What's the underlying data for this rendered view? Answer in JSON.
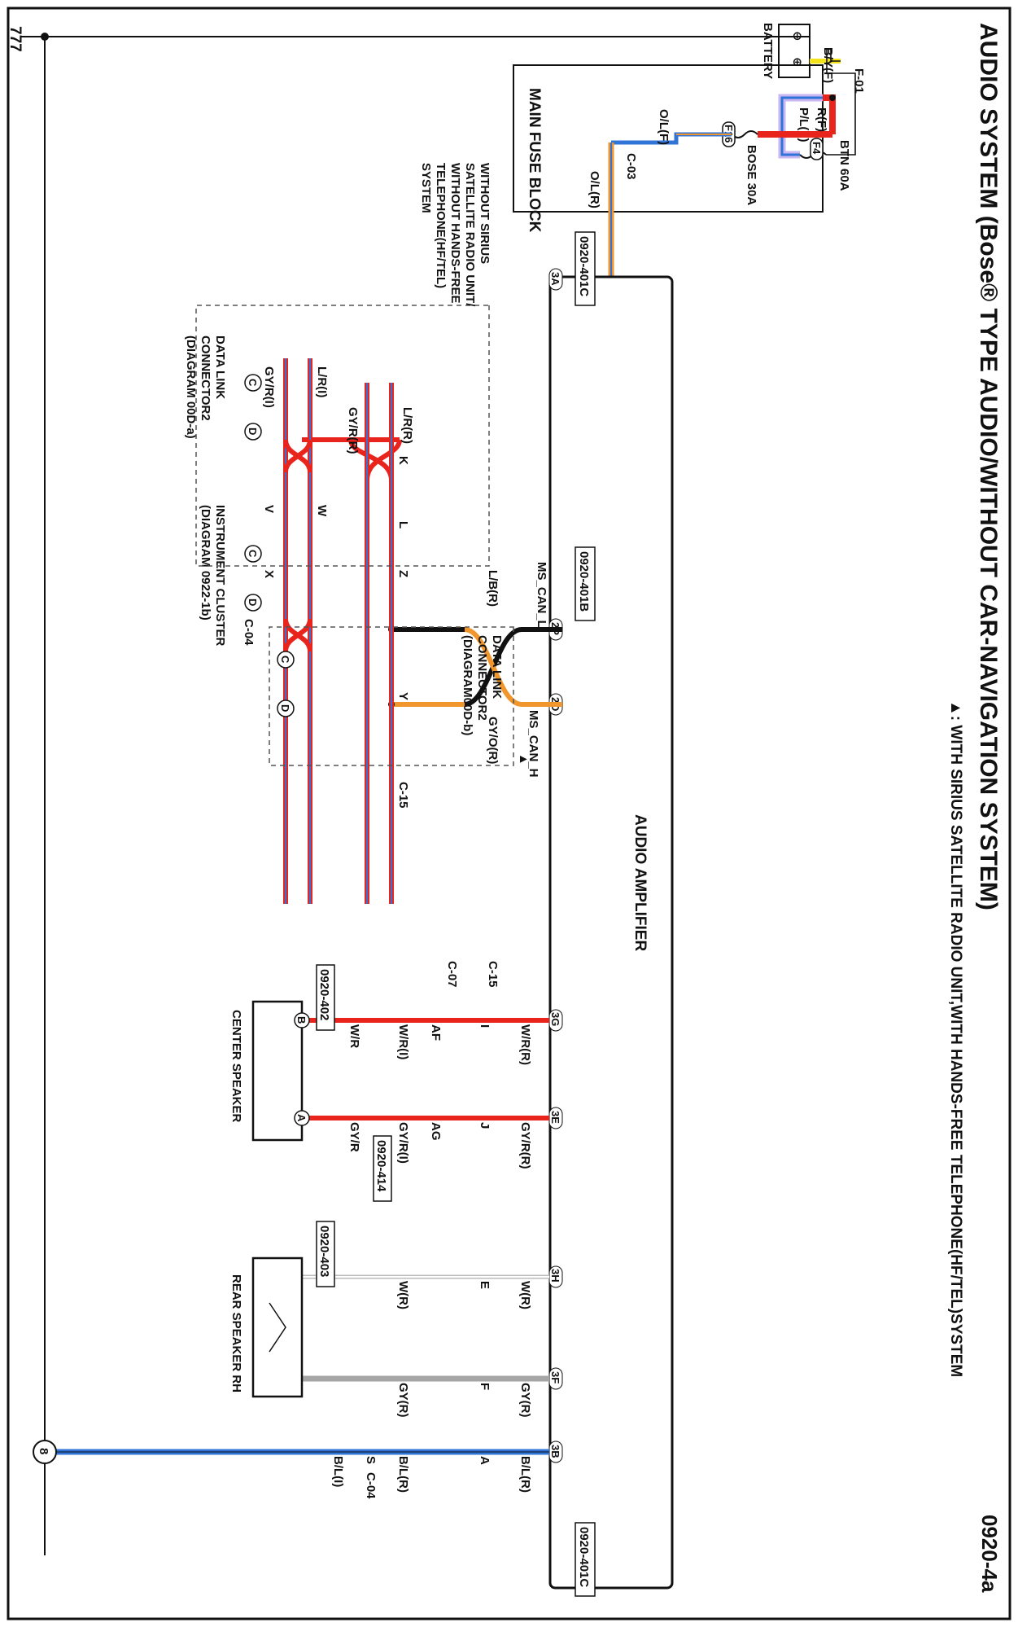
{
  "header": {
    "title": "AUDIO SYSTEM (Bose® TYPE AUDIO/WITHOUT CAR-NAVIGATION SYSTEM)",
    "page_code": "0920-4a",
    "note": "▲: WITH SIRIUS SATELLITE RADIO UNIT,WITH HANDS-FREE TELEPHONE(HF/TEL)SYSTEM",
    "note_marker": "▲"
  },
  "power": {
    "battery_label": "BATTERY",
    "battery_minus": "⊖",
    "battery_plus": "⊕",
    "ground_symbol": "777",
    "wire_by": "B/Y(F)",
    "conn_f01": "F-01",
    "fuse_btn": "BTN 60A",
    "fuse_btn_code": "F4",
    "wire_pl": "P/L(F)",
    "wire_r": "R(F)",
    "fuse_bose": "BOSE 30A",
    "fuse_bose_code": "F16",
    "fuse_block_label": "MAIN FUSE BLOCK",
    "wire_ol": "O/L(F)",
    "conn_c03": "C-03",
    "wire_ol_r": "O/L(R)"
  },
  "amplifier": {
    "label": "AUDIO AMPLIFIER",
    "conn_401c_top": "0920-401C",
    "conn_401b": "0920-401B",
    "conn_401c_bottom": "0920-401C",
    "pins": [
      "3A",
      "2P",
      "2O",
      "3G",
      "3E",
      "3H",
      "3F",
      "3B"
    ]
  },
  "can": {
    "ms_can_l": "MS_CAN_L",
    "ms_can_h": "MS_CAN_H",
    "wire_lb": "L/B(R)",
    "wire_gyo": "GY/O(R)",
    "wire_lr": "L/R(R)",
    "wire_gyr": "GY/R(R)",
    "wire_lri": "L/R(I)",
    "wire_gyri": "GY/R(I)",
    "conn_c15": "C-15",
    "conn_c04": "C-04",
    "pin_k": "K",
    "pin_l": "L",
    "pin_z": "Z",
    "pin_y": "Y",
    "pin_w": "W",
    "pin_v": "V",
    "pin_x": "X",
    "pin_c": "C",
    "pin_d": "D",
    "without_note": "WITHOUT SIRIUS SATELLITE RADIO UNIT/ WITHOUT HANDS-FREE TELEPHONE(HF/TEL) SYSTEM",
    "without_note_lines": [
      "WITHOUT SIRIUS",
      "SATELLITE RADIO UNIT/",
      "WITHOUT HANDS-FREE",
      "TELEPHONE(HF/TEL)",
      "SYSTEM"
    ],
    "dlc_a": "DATA LINK CONNECTOR2 (DIAGRAM 00D-a)",
    "dlc_a_lines": [
      "DATA LINK",
      "CONNECTOR2",
      "(DIAGRAM 00D-a)"
    ],
    "cluster": "INSTRUMENT CLUSTER (DIAGRAM 0922-1b)",
    "cluster_lines": [
      "INSTRUMENT CLUSTER",
      "(DIAGRAM 0922-1b)"
    ],
    "dlc_b": "DATA LINK CONNECTOR2 (DIAGRAM00D-b)",
    "dlc_b_lines": [
      "DATA LINK",
      "CONNECTOR2",
      "(DIAGRAM00D-b)"
    ]
  },
  "speakers": {
    "wire_wr_r": "W/R(R)",
    "wire_gyr_r": "GY/R(R)",
    "conn_c15": "C-15",
    "pin_i": "I",
    "pin_j": "J",
    "conn_c07": "C-07",
    "pin_af": "AF",
    "pin_ag": "AG",
    "wire_wr_i": "W/R(I)",
    "wire_gyr_i": "GY/R(I)",
    "conn_414": "0920-414",
    "wire_wr": "W/R",
    "wire_gyr": "GY/R",
    "conn_402": "0920-402",
    "pin_b": "B",
    "pin_a": "A",
    "center_label": "CENTER SPEAKER",
    "wire_w_r": "W(R)",
    "wire_gy_r": "GY(R)",
    "pin_e": "E",
    "pin_f": "F",
    "conn_403": "0920-403",
    "rear_label": "REAR SPEAKER RH",
    "wire_bl_r": "B/L(R)",
    "pin_a_ground": "A",
    "pin_s": "S",
    "conn_c04": "C-04",
    "wire_bl_i": "B/L(I)",
    "ground_ref": "8"
  },
  "colors": {
    "red": "#e8241c",
    "blue": "#2f74d6",
    "orange": "#f0962c",
    "black": "#111111",
    "gray": "#a6a6a6",
    "lavender": "#c9b6f2",
    "yellow": "#f2e31b"
  }
}
